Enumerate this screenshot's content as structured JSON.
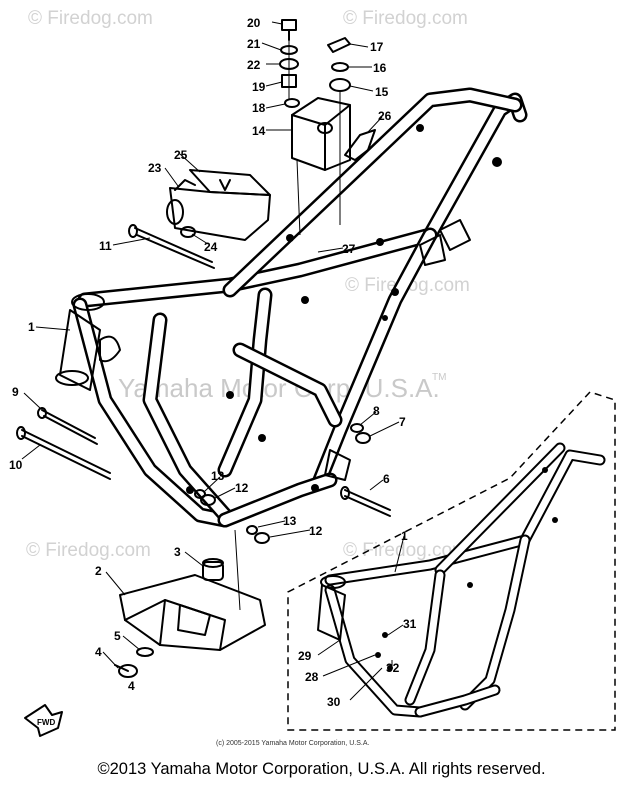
{
  "watermarks": {
    "site": "© Firedog.com",
    "brand": "Yamaha Motor Corp, U.S.A.",
    "tm": "TM"
  },
  "callouts": [
    "20",
    "21",
    "22",
    "19",
    "18",
    "14",
    "17",
    "16",
    "15",
    "26",
    "25",
    "23",
    "11",
    "24",
    "27",
    "1",
    "9",
    "10",
    "8",
    "7",
    "6",
    "13",
    "12",
    "3",
    "2",
    "5",
    "4",
    "29",
    "28",
    "30",
    "31",
    "32"
  ],
  "fine_print": "(c) 2005-2015 Yamaha Motor Corporation, U.S.A.",
  "copyright": "©2013 Yamaha Motor Corporation, U.S.A. All rights reserved.",
  "colors": {
    "line": "#000000",
    "watermark": "#d2d2d2",
    "background": "#ffffff"
  }
}
